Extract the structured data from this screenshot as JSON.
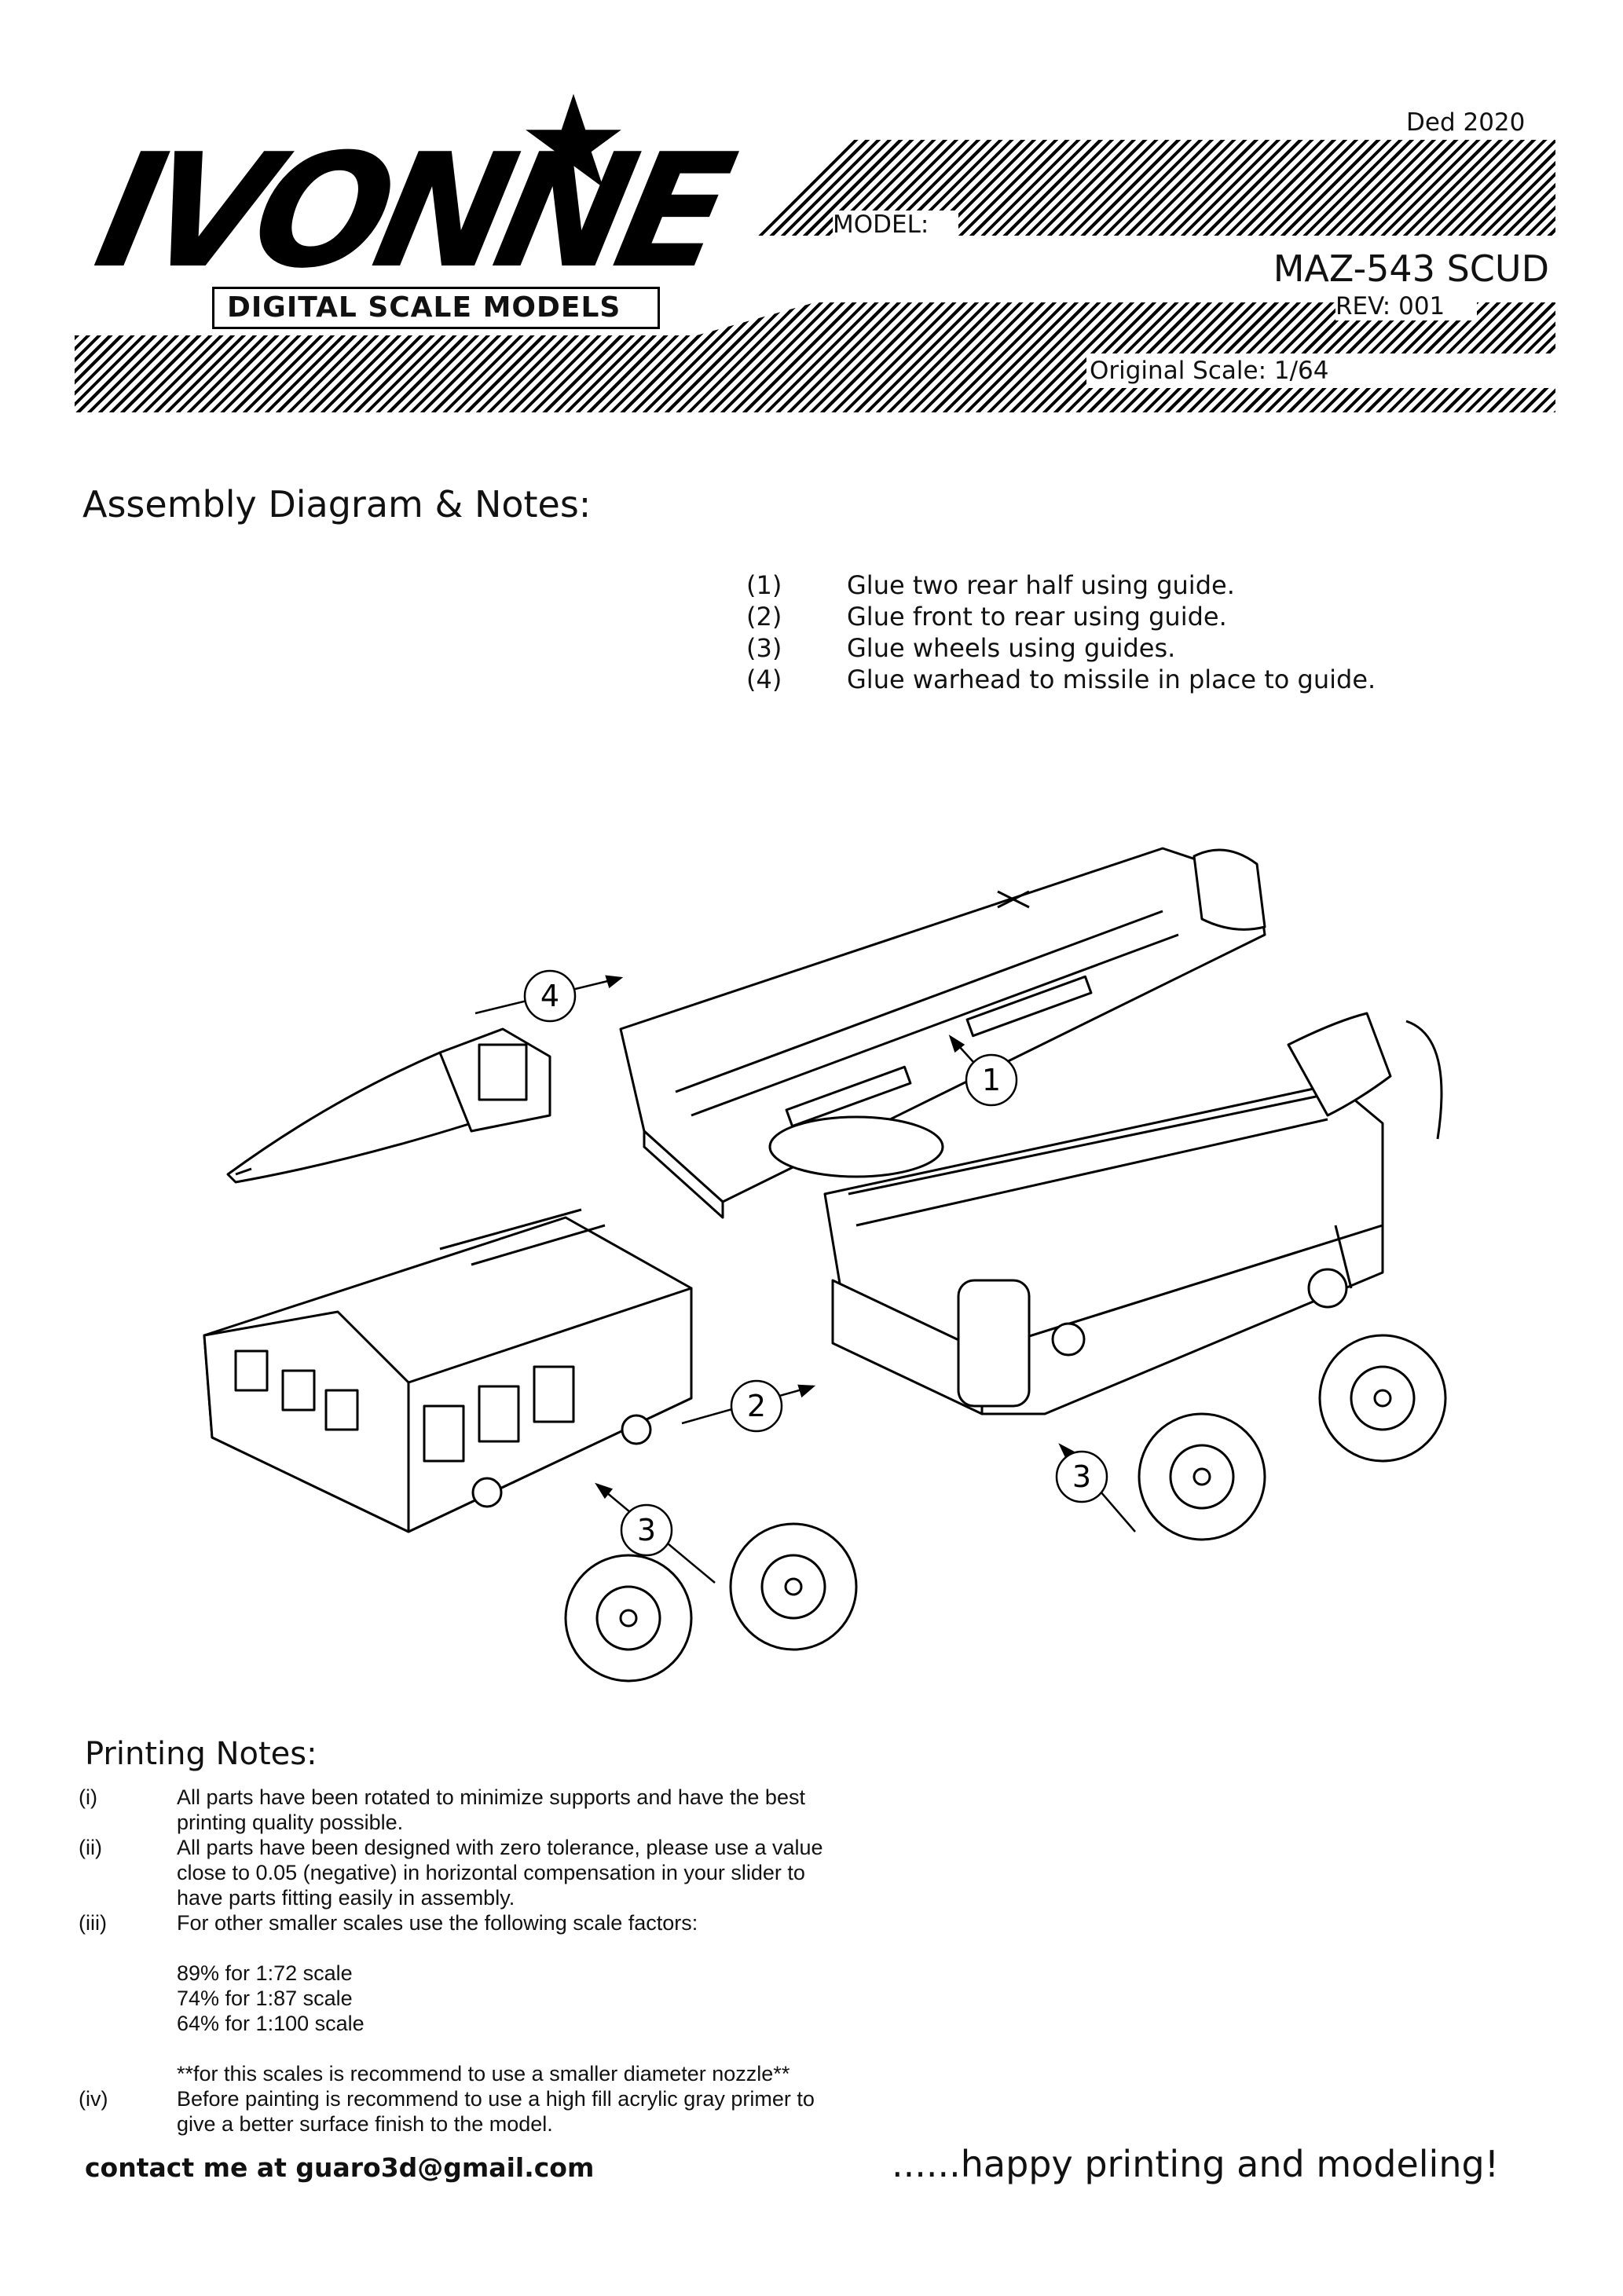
{
  "header": {
    "logo_main": "IVONNE",
    "logo_sub": "DIGITAL SCALE MODELS",
    "date": "Ded 2020",
    "model_label": "MODEL:",
    "model_name": "MAZ-543 SCUD",
    "rev": "REV: 001",
    "original_scale": "Original Scale: 1/64"
  },
  "assembly": {
    "title": "Assembly Diagram & Notes:",
    "steps": [
      {
        "num": "(1)",
        "text": "Glue two rear half using guide."
      },
      {
        "num": "(2)",
        "text": "Glue front to rear using guide."
      },
      {
        "num": "(3)",
        "text": "Glue wheels using guides."
      },
      {
        "num": "(4)",
        "text": "Glue warhead to missile in place to guide."
      }
    ]
  },
  "diagram": {
    "callouts": [
      "1",
      "2",
      "3",
      "3",
      "4"
    ]
  },
  "printing": {
    "title": "Printing Notes:",
    "notes": [
      {
        "num": "(i)",
        "lines": [
          "All parts have been rotated to minimize supports and have the best",
          "printing quality possible."
        ]
      },
      {
        "num": "(ii)",
        "lines": [
          "All parts have been designed with zero tolerance, please use a value",
          "close to 0.05 (negative) in horizontal compensation in your slider to",
          "have parts fitting easily in assembly."
        ]
      },
      {
        "num": "(iii)",
        "lines": [
          "For other smaller scales use the following scale factors:"
        ]
      },
      {
        "num": "",
        "lines": [
          "89% for 1:72 scale",
          "74% for 1:87 scale",
          "64% for 1:100 scale"
        ]
      },
      {
        "num": "",
        "lines": [
          "**for this scales is recommend to use a smaller diameter nozzle**"
        ]
      },
      {
        "num": "(iv)",
        "lines": [
          "Before painting is recommend to use a high fill acrylic gray primer to",
          "give a better surface finish to the model."
        ]
      }
    ]
  },
  "footer": {
    "contact": "contact me at guaro3d@gmail.com",
    "tagline": "......happy printing and modeling!"
  }
}
